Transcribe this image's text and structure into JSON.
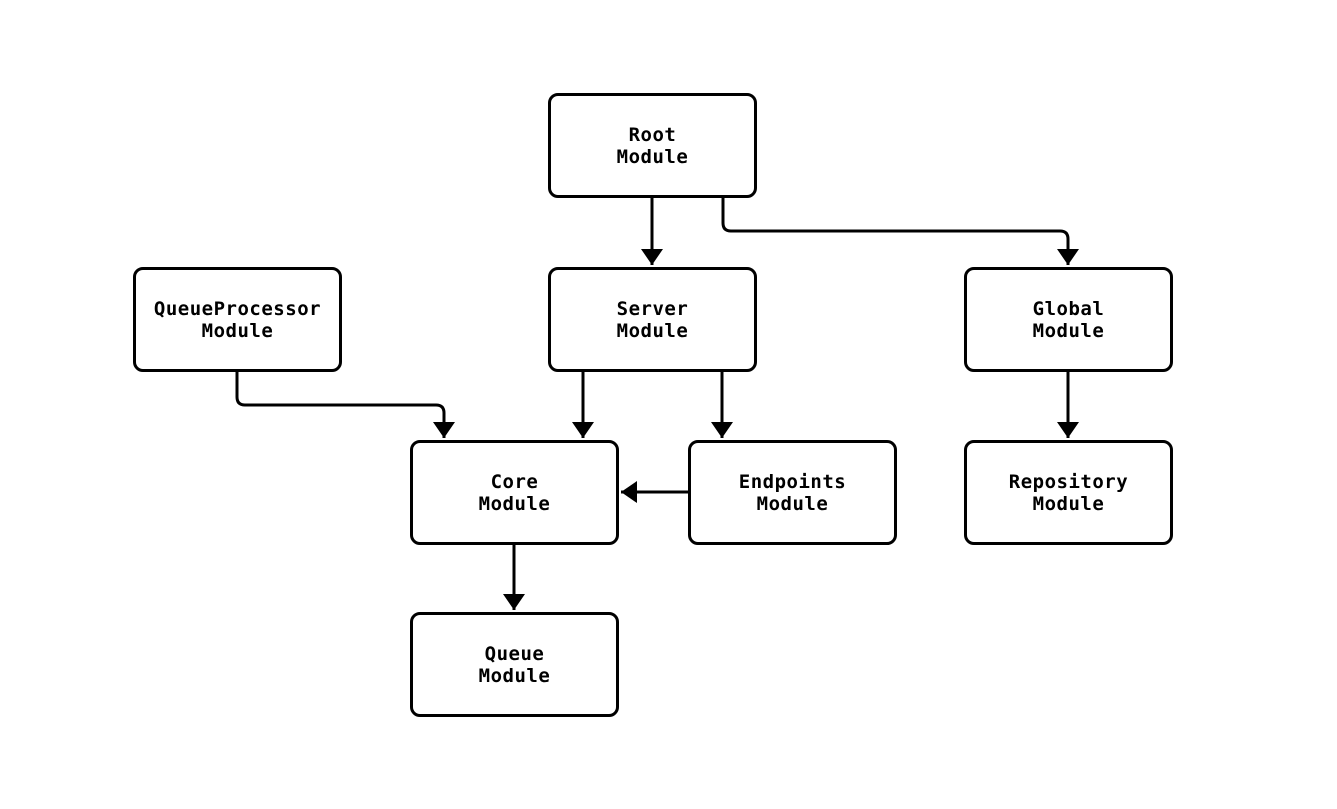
{
  "diagram": {
    "type": "module-dependency-graph",
    "background_color": "#ffffff",
    "node_fill_color": "#ffffff",
    "node_border_color": "#000000",
    "edge_color": "#000000",
    "nodes": {
      "root": {
        "label": "Root\nModule"
      },
      "queueprocessor": {
        "label": "QueueProcessor\nModule"
      },
      "server": {
        "label": "Server\nModule"
      },
      "global": {
        "label": "Global\nModule"
      },
      "core": {
        "label": "Core\nModule"
      },
      "endpoints": {
        "label": "Endpoints\nModule"
      },
      "repository": {
        "label": "Repository\nModule"
      },
      "queue": {
        "label": "Queue\nModule"
      }
    },
    "edges": [
      {
        "from": "Root Module",
        "to": "Server Module"
      },
      {
        "from": "Root Module",
        "to": "Global Module"
      },
      {
        "from": "QueueProcessor Module",
        "to": "Core Module"
      },
      {
        "from": "Server Module",
        "to": "Core Module"
      },
      {
        "from": "Server Module",
        "to": "Endpoints Module"
      },
      {
        "from": "Endpoints Module",
        "to": "Core Module"
      },
      {
        "from": "Global Module",
        "to": "Repository Module"
      },
      {
        "from": "Core Module",
        "to": "Queue Module"
      }
    ]
  }
}
